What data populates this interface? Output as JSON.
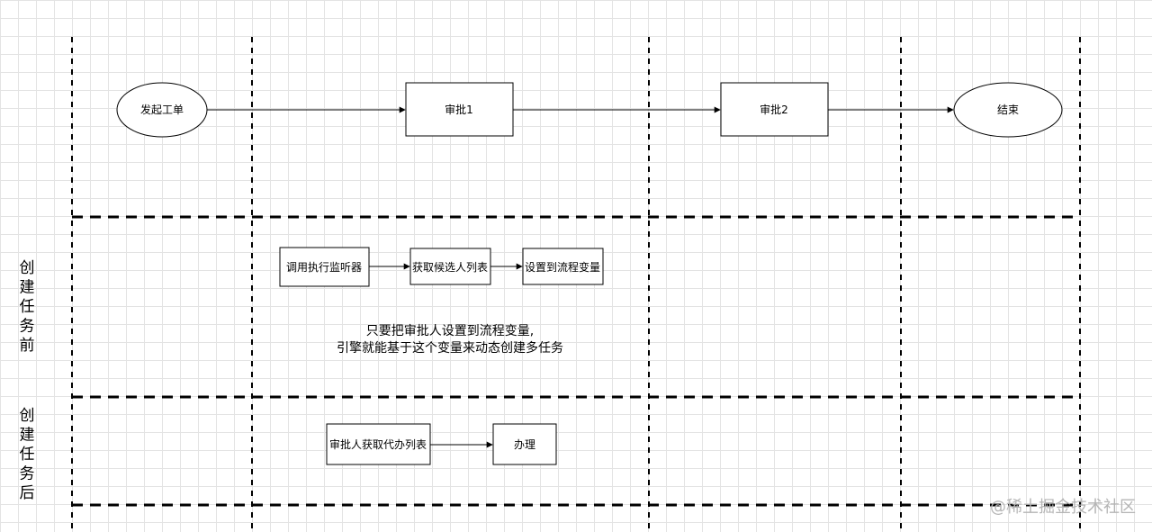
{
  "lanes": {
    "before": "创建任务前",
    "after": "创建任务后"
  },
  "nodes": {
    "start": "发起工单",
    "approve1": "审批1",
    "approve2": "审批2",
    "end": "结束",
    "listener": "调用执行监听器",
    "get_candidates": "获取候选人列表",
    "set_variable": "设置到流程变量",
    "get_todo": "审批人获取代办列表",
    "handle": "办理"
  },
  "note": {
    "line1": "只要把审批人设置到流程变量,",
    "line2": "引擎就能基于这个变量来动态创建多任务"
  },
  "watermark": "@稀土掘金技术社区"
}
